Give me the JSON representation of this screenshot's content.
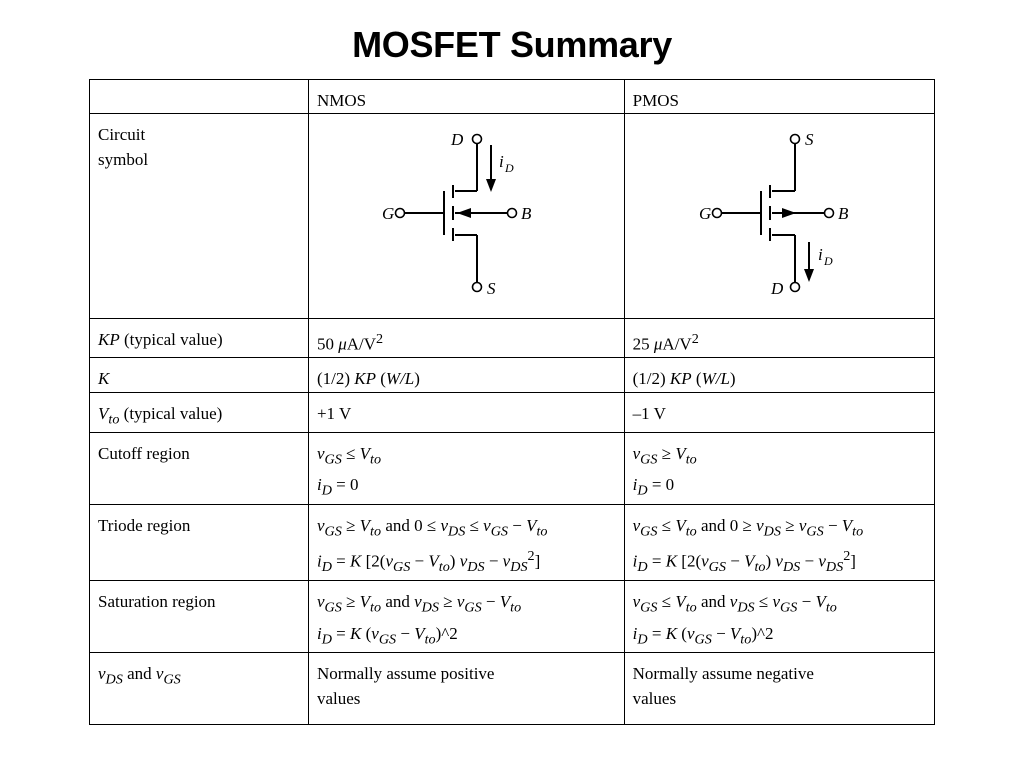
{
  "title": "MOSFET Summary",
  "headers": {
    "corner": "",
    "nmos": "NMOS",
    "pmos": "PMOS"
  },
  "rows": {
    "symbol": {
      "label_line1": "Circuit",
      "label_line2": "symbol",
      "nmos": {
        "D": "D",
        "G": "G",
        "B": "B",
        "S": "S",
        "i": "i",
        "i_sub": "D"
      },
      "pmos": {
        "D": "D",
        "G": "G",
        "B": "B",
        "S": "S",
        "i": "i",
        "i_sub": "D"
      }
    },
    "kp": {
      "label_sym": "KP",
      "label_rest": " (typical value)",
      "nmos_num": "50 ",
      "nmos_mu": "μ",
      "nmos_unit": "A/V",
      "nmos_exp": "2",
      "pmos_num": "25 ",
      "pmos_mu": "μ",
      "pmos_unit": "A/V",
      "pmos_exp": "2"
    },
    "k": {
      "label": "K",
      "nmos_a": "(1/2) ",
      "nmos_b": "KP",
      "nmos_c": " (",
      "nmos_d": "W/L",
      "nmos_e": ")",
      "pmos_a": "(1/2) ",
      "pmos_b": "KP",
      "pmos_c": " (",
      "pmos_d": "W/L",
      "pmos_e": ")"
    },
    "vto": {
      "label_v": "V",
      "label_sub": "to",
      "label_rest": " (typical value)",
      "nmos": "+1 V",
      "pmos": "–1 V"
    },
    "cutoff": {
      "label": "Cutoff region",
      "nmos_line1": {
        "v": "v",
        "gs": "GS",
        "op": " ≤ ",
        "V": "V",
        "to": "to"
      },
      "nmos_line2": {
        "i": "i",
        "d": "D",
        "rest": " = 0"
      },
      "pmos_line1": {
        "v": "v",
        "gs": "GS",
        "op": " ≥ ",
        "V": "V",
        "to": "to"
      },
      "pmos_line2": {
        "i": "i",
        "d": "D",
        "rest": " = 0"
      }
    },
    "triode": {
      "label": "Triode region",
      "nmos_line1": "v_GS ≥ V_to and 0 ≤ v_DS ≤ v_GS − V_to",
      "nmos_line2": "i_D = K [2(v_GS − V_to) v_DS − v_DS^2]",
      "pmos_line1": "v_GS ≤ V_to and 0 ≥ v_DS ≥ v_GS − V_to",
      "pmos_line2": "i_D = K [2(v_GS − V_to) v_DS − v_DS^2]"
    },
    "saturation": {
      "label": "Saturation region",
      "nmos_line1": "v_GS ≥ V_to and v_DS ≥ v_GS − V_to",
      "nmos_line2": "i_D = K (v_GS − V_to)^2",
      "pmos_line1": "v_GS ≤ V_to and v_DS ≤ v_GS − V_to",
      "pmos_line2": "i_D = K (v_GS − V_to)^2"
    },
    "vds": {
      "label_v1": "v",
      "label_s1": "DS",
      "label_and": " and ",
      "label_v2": "v",
      "label_s2": "GS",
      "nmos_line1": "Normally assume positive",
      "nmos_line2": "values",
      "pmos_line1": "Normally assume negative",
      "pmos_line2": "values"
    }
  }
}
